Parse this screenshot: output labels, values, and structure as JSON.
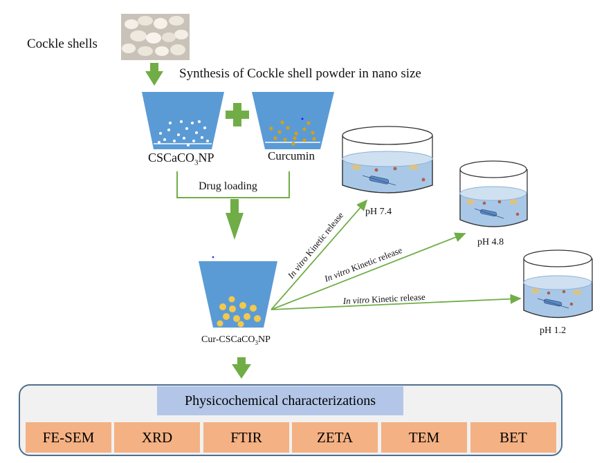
{
  "labels": {
    "cockle_shells": "Cockle shells",
    "synthesis": "Synthesis of Cockle shell powder in nano size",
    "cscaco3np_pre": "CSCaCO",
    "cscaco3np_sub": "3",
    "cscaco3np_post": "NP",
    "curcumin": "Curcumin",
    "drug_loading": "Drug loading",
    "cur_pre": "Cur-CSCaCO",
    "cur_sub": "3",
    "cur_post": "NP"
  },
  "release": {
    "italic": "In vitro",
    "text": " Kinetic release",
    "beakers": [
      {
        "ph": "pH 7.4"
      },
      {
        "ph": "pH 4.8"
      },
      {
        "ph": "pH 1.2"
      }
    ]
  },
  "characterization": {
    "title": "Physicochemical characterizations",
    "techniques": [
      "FE-SEM",
      "XRD",
      "FTIR",
      "ZETA",
      "TEM",
      "BET"
    ]
  },
  "colors": {
    "arrow_green": "#70ad47",
    "cup_blue": "#5b9bd5",
    "panel_border": "#4f6f8f",
    "panel_title": "#b4c6e7",
    "technique_box": "#f4b183",
    "liquid": "#a9c8e8",
    "curcumin_dot": "#d4a017"
  }
}
